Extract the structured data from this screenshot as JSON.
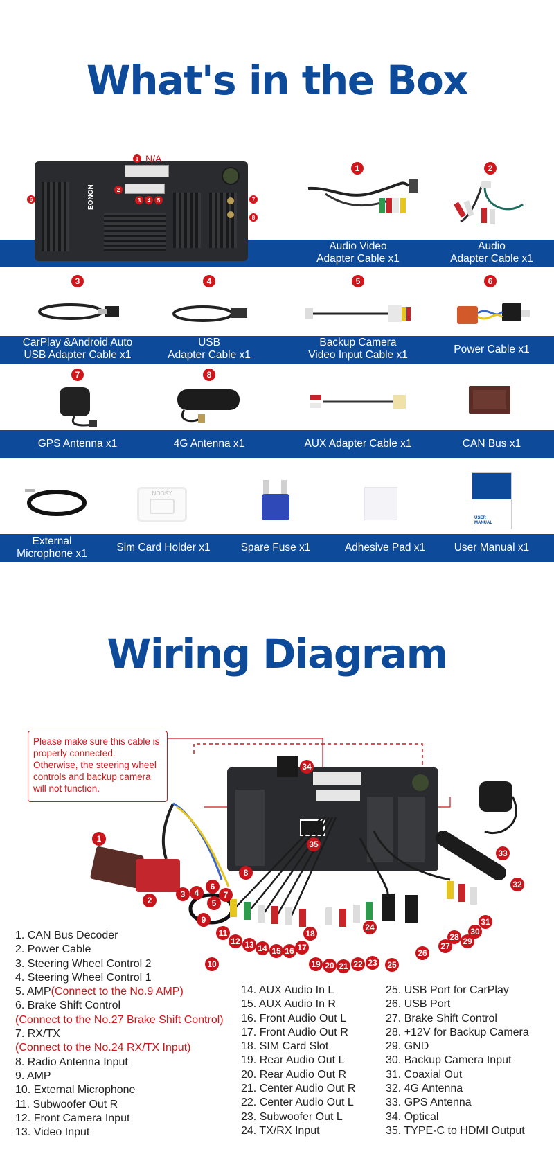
{
  "titles": {
    "box": "What's in the Box",
    "wiring": "Wiring Diagram"
  },
  "head_unit": {
    "brand": "EONON",
    "na_label": "N/A",
    "markers": [
      "1",
      "2",
      "3",
      "4",
      "5",
      "6",
      "7",
      "8"
    ]
  },
  "box_items": [
    {
      "num": "1",
      "caption": [
        "Audio Video",
        "Adapter Cable x1"
      ]
    },
    {
      "num": "2",
      "caption": [
        "Audio",
        "Adapter Cable x1"
      ]
    },
    {
      "num": "3",
      "caption": [
        "CarPlay &Android Auto",
        "USB Adapter Cable x1"
      ]
    },
    {
      "num": "4",
      "caption": [
        "USB",
        "Adapter Cable x1"
      ]
    },
    {
      "num": "5",
      "caption": [
        "Backup Camera",
        "Video Input Cable x1"
      ]
    },
    {
      "num": "6",
      "caption": [
        "Power Cable x1"
      ]
    },
    {
      "num": "7",
      "caption": [
        "GPS Antenna x1"
      ]
    },
    {
      "num": "8",
      "caption": [
        "4G Antenna x1"
      ]
    },
    {
      "num": "",
      "caption": [
        "AUX Adapter Cable x1"
      ]
    },
    {
      "num": "",
      "caption": [
        "CAN Bus x1"
      ]
    },
    {
      "num": "",
      "caption": [
        "External",
        "Microphone x1"
      ]
    },
    {
      "num": "",
      "caption": [
        "Sim Card Holder x1"
      ]
    },
    {
      "num": "",
      "caption": [
        "Spare Fuse x1"
      ]
    },
    {
      "num": "",
      "caption": [
        "Adhesive Pad x1"
      ]
    },
    {
      "num": "",
      "caption": [
        "User Manual x1"
      ]
    }
  ],
  "sim_holder_text": "NOOSY",
  "manual_text": [
    "USER",
    "MANUAL"
  ],
  "wiring": {
    "note": "Please make sure this cable is properly connected. Otherwise, the steering wheel controls and backup camera will not function.",
    "markers": [
      "1",
      "2",
      "3",
      "4",
      "5",
      "6",
      "7",
      "8",
      "9",
      "10",
      "11",
      "12",
      "13",
      "14",
      "15",
      "16",
      "17",
      "18",
      "19",
      "20",
      "21",
      "22",
      "23",
      "24",
      "25",
      "26",
      "27",
      "28",
      "29",
      "30",
      "31",
      "32",
      "33",
      "34",
      "35"
    ]
  },
  "legend_col1": [
    {
      "text": "1. CAN Bus Decoder"
    },
    {
      "text": "2. Power Cable"
    },
    {
      "text": "3. Steering Wheel Control  2"
    },
    {
      "text": "4. Steering Wheel Control  1"
    },
    {
      "text": "5. AMP",
      "red": "(Connect to the No.9 AMP)"
    },
    {
      "text": "6. Brake Shift Control"
    },
    {
      "text": "",
      "red": "(Connect to the No.27 Brake Shift Control)"
    },
    {
      "text": "7. RX/TX"
    },
    {
      "text": "",
      "red": "(Connect to the No.24 RX/TX Input)"
    },
    {
      "text": "8. Radio Antenna Input"
    },
    {
      "text": "9. AMP"
    },
    {
      "text": "10. External Microphone"
    },
    {
      "text": "11. Subwoofer Out R"
    },
    {
      "text": "12. Front Camera Input"
    },
    {
      "text": "13. Video Input"
    }
  ],
  "legend_col2": [
    "14. AUX Audio In L",
    "15. AUX Audio In R",
    "16. Front Audio Out L",
    "17. Front Audio Out R",
    "18. SIM Card Slot",
    "19. Rear Audio Out L",
    "20. Rear Audio Out R",
    "21. Center Audio Out R",
    "22. Center Audio Out L",
    "23. Subwoofer Out L",
    "24. TX/RX Input"
  ],
  "legend_col3": [
    "25. USB Port for CarPlay",
    "26. USB Port",
    "27. Brake Shift Control",
    "28. +12V for Backup Camera",
    "29. GND",
    "30. Backup Camera Input",
    "31. Coaxial Out",
    "32. 4G Antenna",
    "33. GPS Antenna",
    "34. Optical",
    "35. TYPE-C to HDMI Output"
  ]
}
